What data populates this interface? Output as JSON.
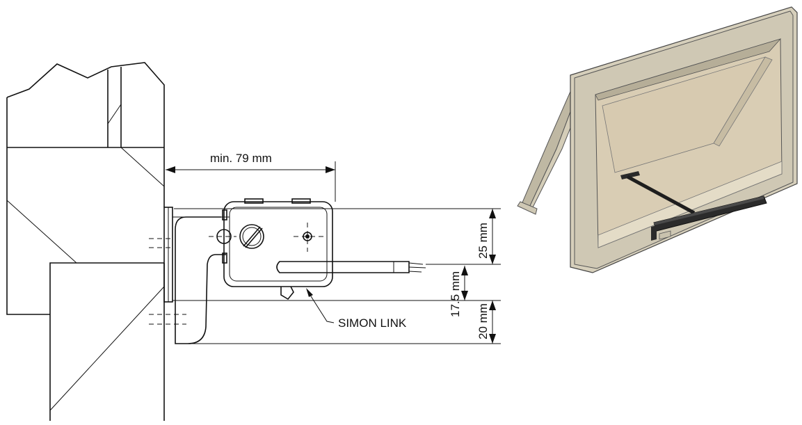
{
  "drawing": {
    "dimensions": {
      "width_label": "min. 79 mm",
      "upper_offset_label": "25 mm",
      "middle_offset_label": "17.5 mm",
      "lower_offset_label": "20 mm"
    },
    "callout_label": "SIMON LINK"
  },
  "illustration": {
    "frame_color": "#cfc8b4",
    "glass_color": "#d9cdb4",
    "actuator_color": "#2a2a2a"
  }
}
